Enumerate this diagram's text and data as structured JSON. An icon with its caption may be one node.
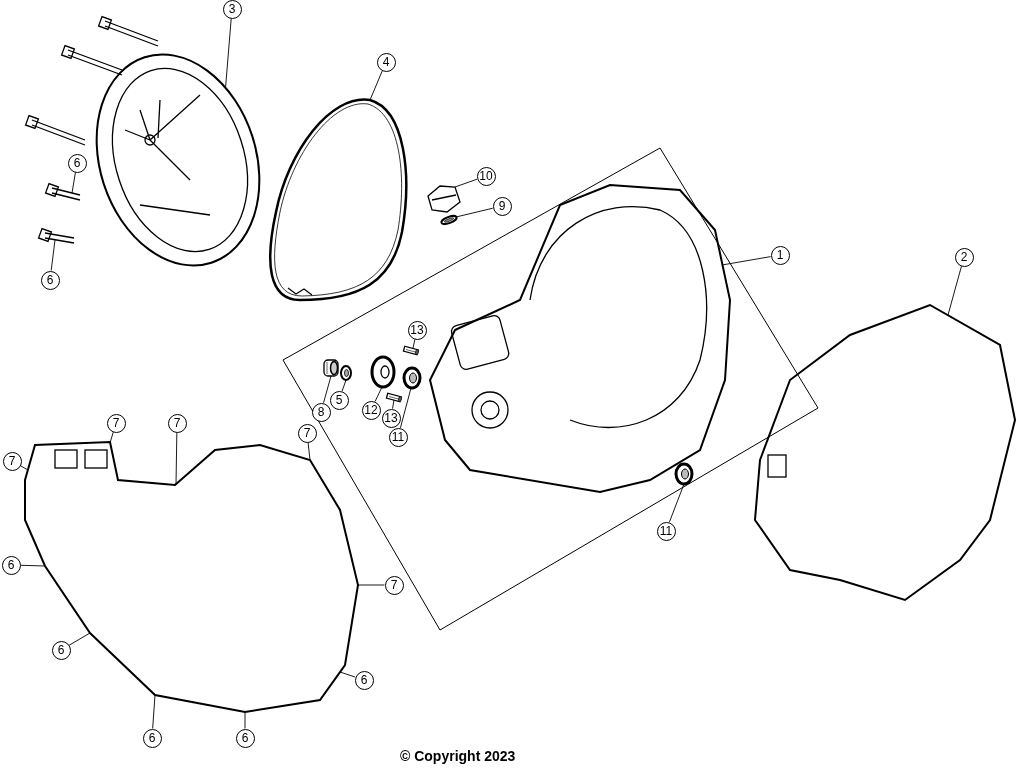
{
  "diagram": {
    "nodes": [
      {
        "text": [
          "3"
        ]
      },
      {
        "text": [
          "4"
        ]
      },
      {
        "text": [
          "6"
        ]
      },
      {
        "text": [
          "10"
        ]
      },
      {
        "text": [
          "9"
        ]
      },
      {
        "text": [
          "1"
        ]
      },
      {
        "text": [
          "2"
        ]
      },
      {
        "text": [
          "6"
        ]
      },
      {
        "text": [
          "13"
        ]
      },
      {
        "text": [
          "5"
        ]
      },
      {
        "text": [
          "8"
        ]
      },
      {
        "text": [
          "12"
        ]
      },
      {
        "text": [
          "13"
        ]
      },
      {
        "text": [
          "7"
        ]
      },
      {
        "text": [
          "7"
        ]
      },
      {
        "text": [
          "7"
        ]
      },
      {
        "text": [
          "11"
        ]
      },
      {
        "text": [
          "7"
        ]
      },
      {
        "text": [
          "11"
        ]
      },
      {
        "text": [
          "6"
        ]
      },
      {
        "text": [
          "7"
        ]
      },
      {
        "text": [
          "6"
        ]
      },
      {
        "text": [
          "6"
        ]
      },
      {
        "text": [
          "6"
        ]
      },
      {
        "text": [
          "6"
        ]
      },
      {
        "text": [],
        "shape": "picture"
      },
      {
        "text": [],
        "shape": "picture"
      },
      {
        "text": [],
        "shape": "picture"
      },
      {
        "text": [],
        "shape": "picture"
      },
      {
        "text": [],
        "shape": "picture"
      },
      {
        "text": [],
        "shape": "picture"
      },
      {
        "text": [],
        "shape": "picture"
      },
      {
        "text": [],
        "shape": "picture"
      },
      {
        "text": [],
        "shape": "picture"
      },
      {
        "text": [],
        "shape": "picture"
      },
      {
        "text": [],
        "shape": "picture"
      },
      {
        "text": [],
        "shape": "picture"
      },
      {
        "text": [],
        "shape": "picture"
      },
      {
        "text": [],
        "shape": "picture"
      },
      {
        "text": [],
        "shape": "picture"
      },
      {
        "text": [],
        "shape": "picture"
      }
    ],
    "edges": [
      {
        "from": 0,
        "to": 25,
        "arrow": "none"
      },
      {
        "from": 1,
        "to": 26,
        "arrow": "none"
      },
      {
        "from": 2,
        "to": 27,
        "arrow": "none"
      },
      {
        "from": 3,
        "to": 28,
        "arrow": "none"
      },
      {
        "from": 4,
        "to": 29,
        "arrow": "none"
      },
      {
        "from": 5,
        "to": 30,
        "arrow": "none"
      },
      {
        "from": 6,
        "to": 31,
        "arrow": "none"
      },
      {
        "from": 7,
        "to": 32,
        "arrow": "none"
      },
      {
        "from": 8,
        "to": 33,
        "arrow": "none"
      },
      {
        "from": 9,
        "to": 34,
        "arrow": "none"
      },
      {
        "from": 10,
        "to": 35,
        "arrow": "none"
      },
      {
        "from": 11,
        "to": 36,
        "arrow": "none"
      },
      {
        "from": 12,
        "to": 37,
        "arrow": "none"
      },
      {
        "from": 13,
        "to": 40,
        "arrow": "none"
      },
      {
        "from": 14,
        "to": 40,
        "arrow": "none"
      },
      {
        "from": 15,
        "to": 40,
        "arrow": "none"
      },
      {
        "from": 16,
        "to": 38,
        "arrow": "none"
      },
      {
        "from": 17,
        "to": 40,
        "arrow": "none"
      },
      {
        "from": 18,
        "to": 39,
        "arrow": "none"
      },
      {
        "from": 19,
        "to": 40,
        "arrow": "none"
      },
      {
        "from": 20,
        "to": 40,
        "arrow": "none"
      },
      {
        "from": 21,
        "to": 40,
        "arrow": "none"
      },
      {
        "from": 22,
        "to": 40,
        "arrow": "none"
      },
      {
        "from": 23,
        "to": 40,
        "arrow": "none"
      },
      {
        "from": 24,
        "to": 40,
        "arrow": "none"
      }
    ],
    "labels": [
      "© Copyright 2023"
    ]
  }
}
